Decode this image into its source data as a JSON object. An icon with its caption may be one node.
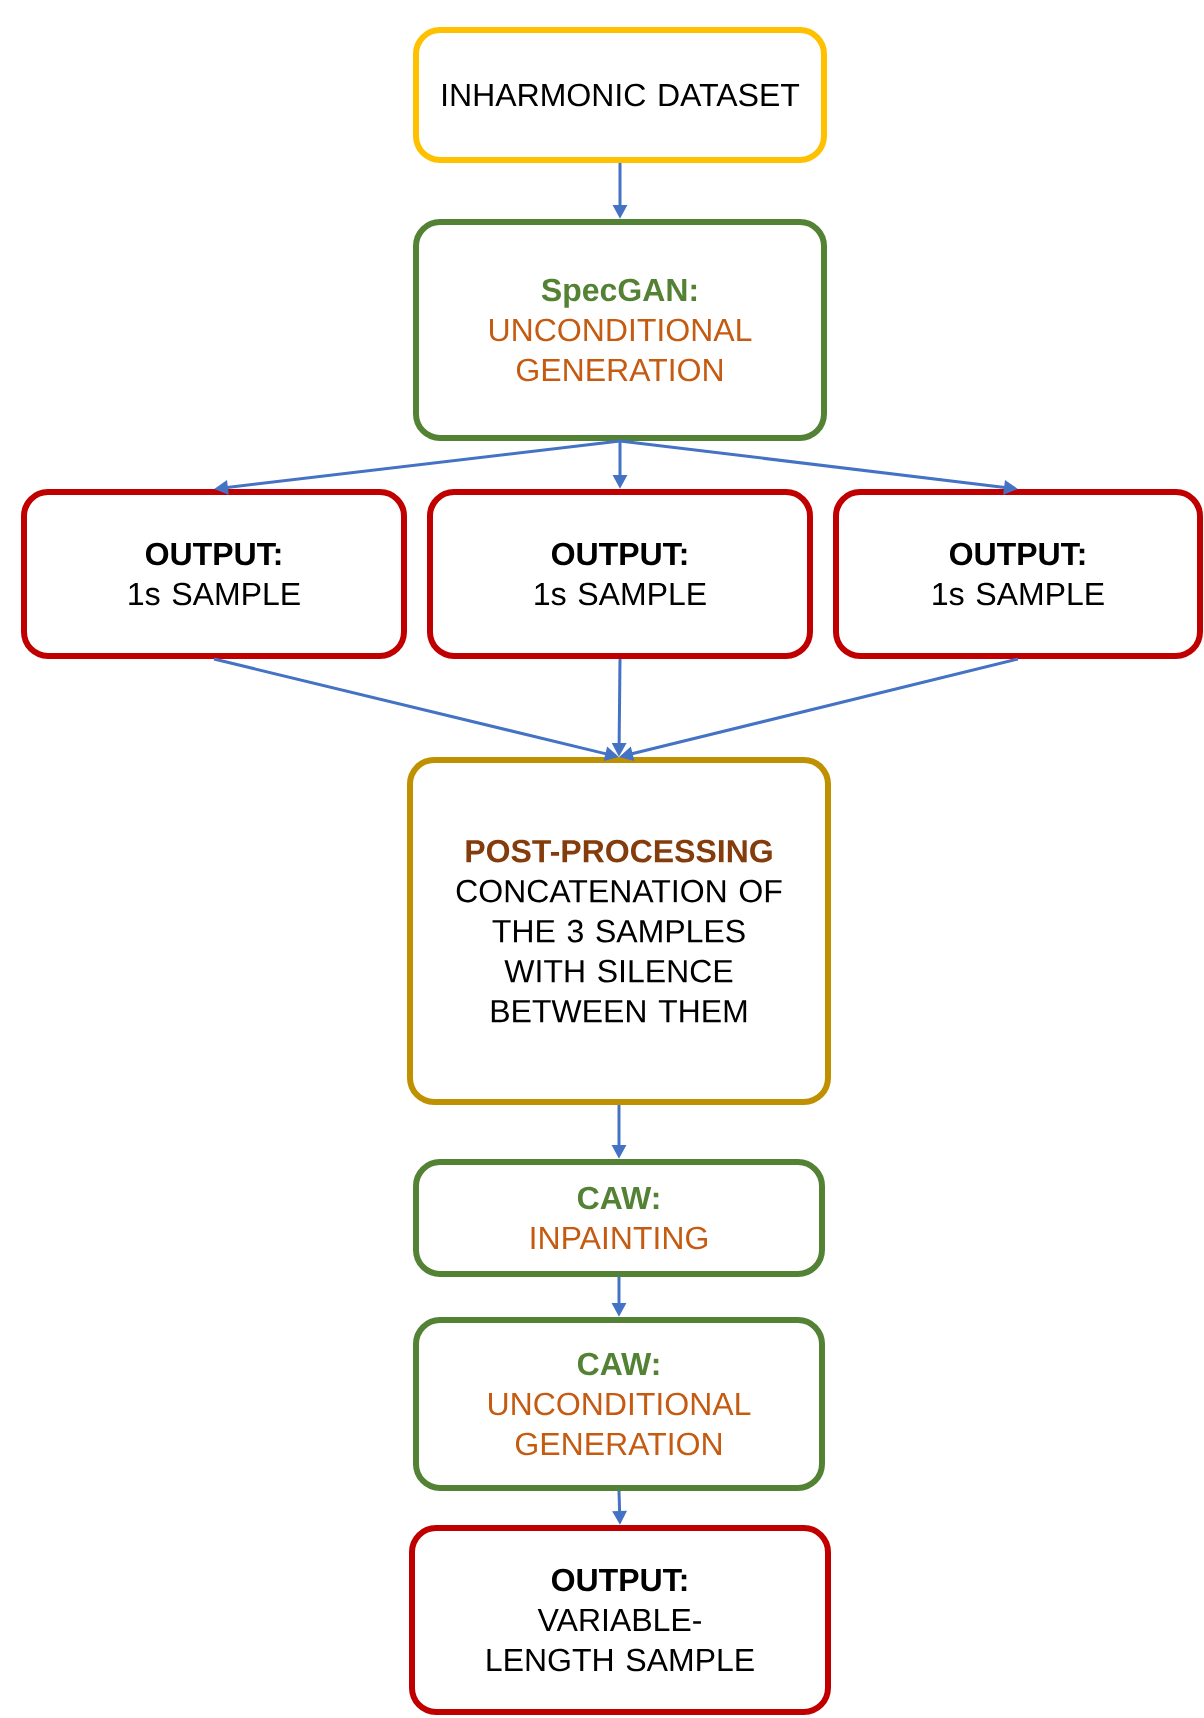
{
  "diagram": {
    "nodes": [
      {
        "text": [
          "INHARMONIC DATASET"
        ]
      },
      {
        "text": [
          "SpecGAN:",
          "UNCONDITIONAL GENERATION"
        ]
      },
      {
        "text": [
          "OUTPUT:",
          "1s SAMPLE"
        ]
      },
      {
        "text": [
          "OUTPUT:",
          "1s SAMPLE"
        ]
      },
      {
        "text": [
          "OUTPUT:",
          "1s SAMPLE"
        ]
      },
      {
        "text": [
          "POST-PROCESSING",
          "CONCATENATION OF THE 3 SAMPLES WITH SILENCE BETWEEN THEM"
        ]
      },
      {
        "text": [
          "CAW:",
          "INPAINTING"
        ]
      },
      {
        "text": [
          "CAW:",
          "UNCONDITIONAL GENERATION"
        ]
      },
      {
        "text": [
          "OUTPUT:",
          "VARIABLE-LENGTH SAMPLE"
        ]
      }
    ],
    "edges": [
      {
        "from": 0,
        "to": 1,
        "arrow": "to"
      },
      {
        "from": 1,
        "to": 2,
        "arrow": "to"
      },
      {
        "from": 1,
        "to": 3,
        "arrow": "to"
      },
      {
        "from": 1,
        "to": 4,
        "arrow": "to"
      },
      {
        "from": 2,
        "to": 5,
        "arrow": "to"
      },
      {
        "from": 3,
        "to": 5,
        "arrow": "to"
      },
      {
        "from": 4,
        "to": 5,
        "arrow": "to"
      },
      {
        "from": 5,
        "to": 6,
        "arrow": "to"
      },
      {
        "from": 6,
        "to": 7,
        "arrow": "to"
      },
      {
        "from": 7,
        "to": 8,
        "arrow": "to"
      }
    ]
  }
}
